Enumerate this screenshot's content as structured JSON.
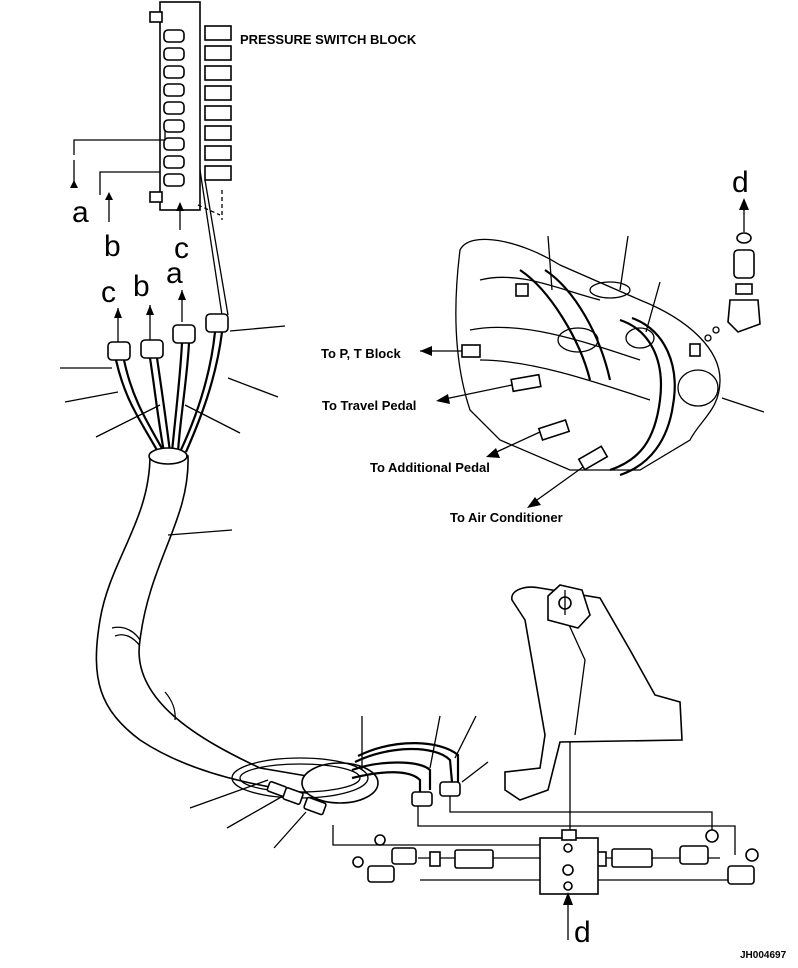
{
  "labels": {
    "pressure_switch_block": "PRESSURE SWITCH BLOCK",
    "to_pt_block": "To P, T Block",
    "to_travel_pedal": "To Travel Pedal",
    "to_additional_pedal": "To Additional Pedal",
    "to_air_conditioner": "To Air Conditioner",
    "drawing_code": "JH004697"
  },
  "letters": {
    "a": "a",
    "b": "b",
    "c": "c",
    "d": "d"
  }
}
